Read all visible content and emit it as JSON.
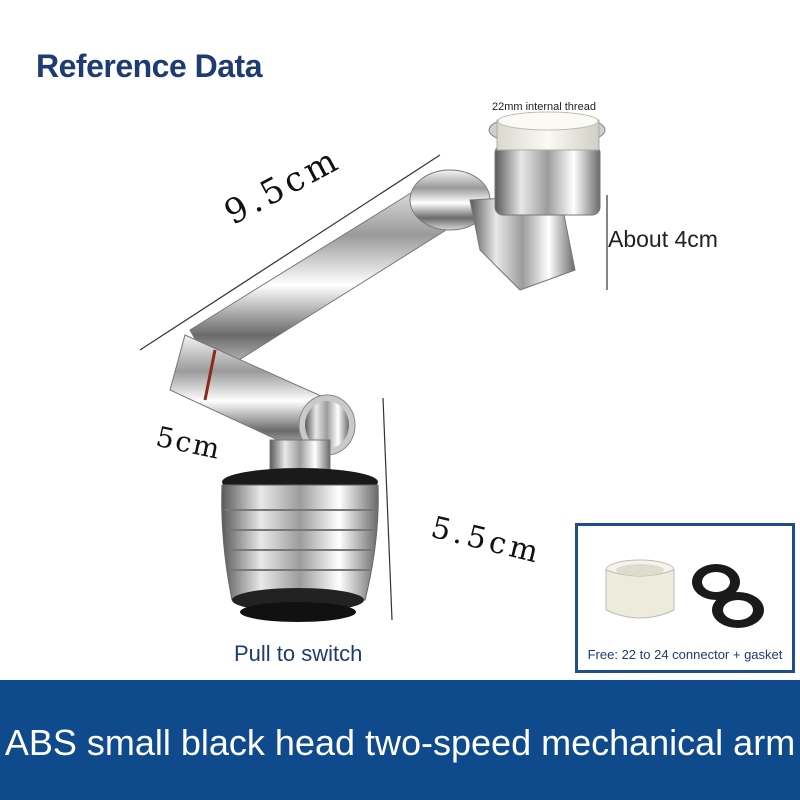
{
  "header": {
    "title": "Reference Data"
  },
  "labels": {
    "thread": "22mm internal thread",
    "height": "About 4cm",
    "pull": "Pull to switch"
  },
  "dimensions": {
    "arm_length": "9.5cm",
    "joint": "5cm",
    "drop": "5.5cm"
  },
  "inset": {
    "caption": "Free: 22 to 24 connector + gasket"
  },
  "banner": {
    "text": "ABS small black head two-speed mechanical arm"
  },
  "colors": {
    "brand_blue": "#0f4a8c",
    "title_blue": "#1e3c72",
    "inset_border": "#1e4f8c"
  }
}
